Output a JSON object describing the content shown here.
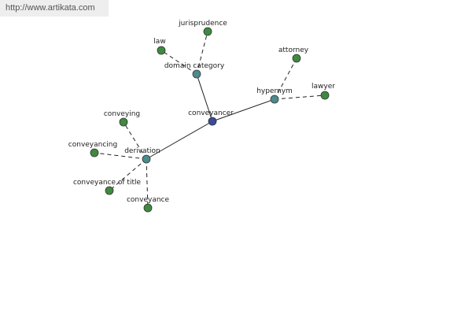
{
  "site_url": "http://www.artikata.com",
  "colors": {
    "center_node": "#3b4a9a",
    "relation_node": "#4a8c8c",
    "leaf_node": "#3f8a3f",
    "edge": "#222222"
  },
  "graph": {
    "center": "conveyancer",
    "relations": {
      "domain_category": "domain category",
      "hypernym": "hypernym",
      "derivation": "derivation"
    },
    "terms": {
      "jurisprudence": "jurisprudence",
      "law": "law",
      "attorney": "attorney",
      "lawyer": "lawyer",
      "conveying": "conveying",
      "conveyancing": "conveyancing",
      "conveyance_of_title": "conveyance of title",
      "conveyance": "conveyance"
    }
  }
}
